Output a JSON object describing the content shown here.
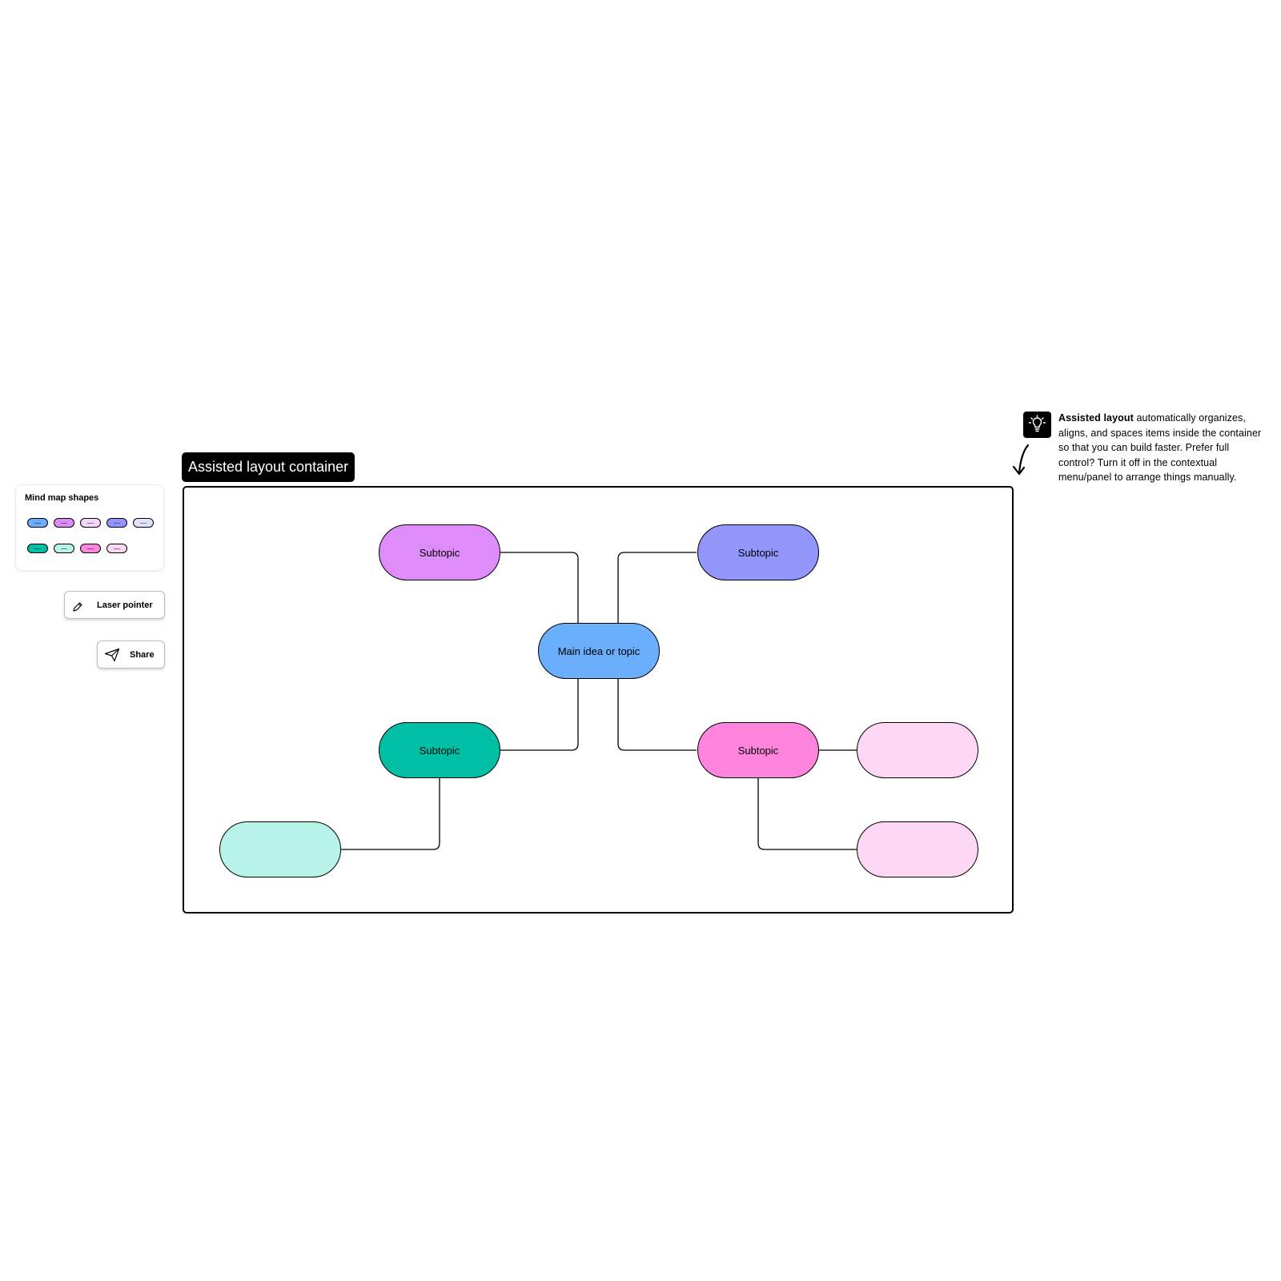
{
  "colors": {
    "main_node": "#6aaefc",
    "subtopic_purple": "#df8cfb",
    "subtopic_violet": "#9296fb",
    "subtopic_teal": "#00bfa4",
    "subtopic_pink": "#fe84de",
    "child_teal_light": "#b8f3ea",
    "child_pink_light": "#fed7f4",
    "swatch_lavender_light": "#f4d5fb",
    "swatch_periwinkle_light": "#e1e2fd"
  },
  "shapes_panel": {
    "title": "Mind map shapes",
    "swatches": [
      {
        "name": "blue",
        "color": "#6aaefc"
      },
      {
        "name": "purple",
        "color": "#df8cfb"
      },
      {
        "name": "lavender-light",
        "color": "#f4d5fb"
      },
      {
        "name": "violet",
        "color": "#9296fb"
      },
      {
        "name": "periwinkle-light",
        "color": "#e1e2fd"
      },
      {
        "name": "teal",
        "color": "#00bfa4"
      },
      {
        "name": "teal-light",
        "color": "#b8f3ea"
      },
      {
        "name": "pink",
        "color": "#fe84de"
      },
      {
        "name": "pink-light",
        "color": "#fed7f4"
      }
    ]
  },
  "tools": {
    "laser_pointer": {
      "label": "Laser pointer",
      "icon": "pencil-icon"
    },
    "share": {
      "label": "Share",
      "icon": "paper-plane-icon"
    }
  },
  "container": {
    "title": "Assisted layout container"
  },
  "mind_map": {
    "main": {
      "label": "Main idea or topic"
    },
    "subtopics": [
      {
        "id": "top-left",
        "label": "Subtopic"
      },
      {
        "id": "top-right",
        "label": "Subtopic"
      },
      {
        "id": "bottom-left",
        "label": "Subtopic"
      },
      {
        "id": "bottom-right",
        "label": "Subtopic"
      }
    ],
    "children": [
      {
        "id": "teal-child",
        "label": ""
      },
      {
        "id": "pink-child-1",
        "label": ""
      },
      {
        "id": "pink-child-2",
        "label": ""
      }
    ]
  },
  "tip": {
    "icon": "lightbulb-icon",
    "bold": "Assisted layout",
    "text": " automatically organizes, aligns, and spaces items inside the container so that you can build faster. Prefer full control? Turn it off in the contextual menu/panel to arrange things manually."
  }
}
